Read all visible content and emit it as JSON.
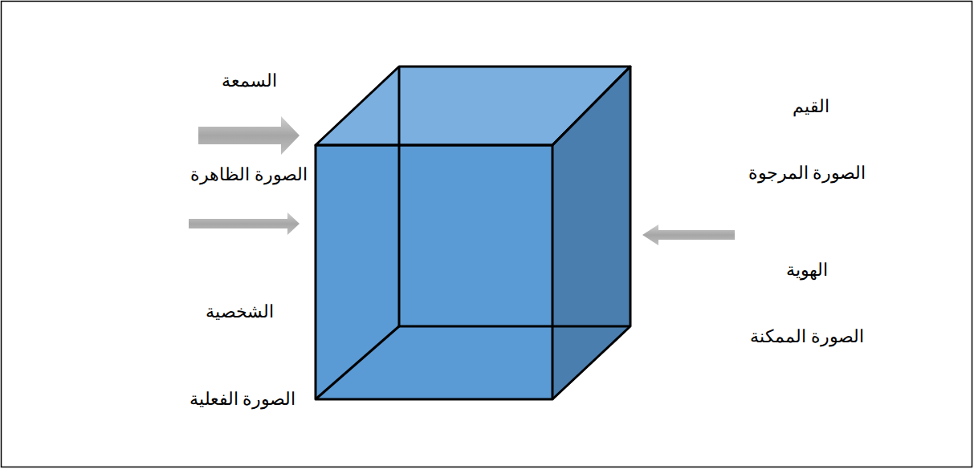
{
  "diagram": {
    "labels": [
      "القيم",
      "الصورة المرجوة",
      "الهوية",
      "الصورة الممكنة",
      "السمعة",
      "الصورة الظاهرة",
      "الشخصية",
      "الصورة الفعلية"
    ]
  }
}
